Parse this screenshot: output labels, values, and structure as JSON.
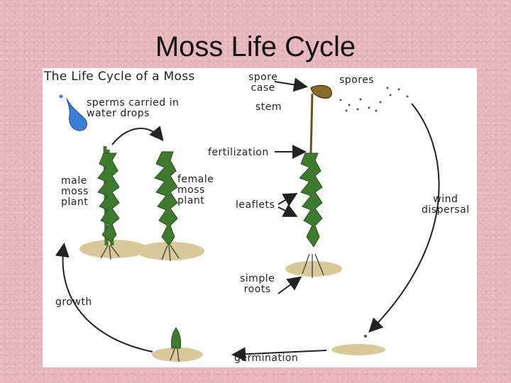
{
  "slide": {
    "title": "Moss Life Cycle"
  },
  "diagram": {
    "title": "The Life Cycle of a Moss",
    "labels": {
      "sperms": "sperms carried in\nwater drops",
      "male": "male\nmoss\nplant",
      "female": "female\nmoss\nplant",
      "spore_case": "spore\ncase",
      "stem": "stem",
      "spores": "spores",
      "fertilization": "fertilization",
      "leaflets": "leaflets",
      "wind": "wind\ndispersal",
      "roots": "simple\nroots",
      "growth": "growth",
      "germination": "germination"
    }
  },
  "colors": {
    "background": "#e6b6bb",
    "moss": "#3f7a2f",
    "soil": "#d9c89a",
    "water": "#3b7fd8"
  }
}
